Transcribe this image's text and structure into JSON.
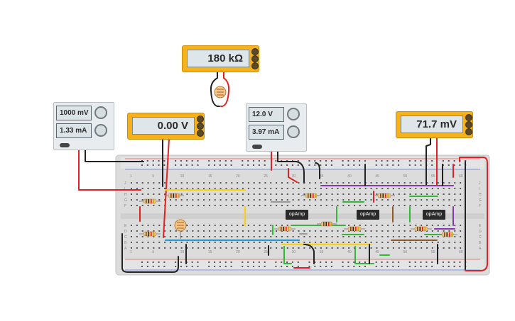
{
  "multimeters": [
    {
      "id": "ohmmeter",
      "reading": "180 kΩ"
    },
    {
      "id": "voltmeter-left",
      "reading": "0.00 V"
    },
    {
      "id": "voltmeter-right",
      "reading": "71.7 mV"
    }
  ],
  "power_supplies": [
    {
      "id": "supply-left",
      "voltage": "1000 mV",
      "current": "1.33 mA"
    },
    {
      "id": "supply-center",
      "voltage": "12.0 V",
      "current": "3.97 mA"
    }
  ],
  "opamp_label": "opAmp",
  "opamps": [
    "opAmp",
    "opAmp",
    "opAmp"
  ],
  "breadboard": {
    "column_numbers": [
      "1",
      "5",
      "10",
      "15",
      "20",
      "25",
      "30",
      "35",
      "40",
      "45",
      "50",
      "55",
      "60"
    ],
    "row_letters_top": [
      "J",
      "I",
      "H",
      "G",
      "F"
    ],
    "row_letters_bottom": [
      "E",
      "D",
      "C",
      "B",
      "A"
    ]
  },
  "colors": {
    "meter_body": "#f5b21a",
    "breadboard": "#dcdcdc",
    "wire_red": "#e0231f",
    "wire_black": "#222222",
    "wire_yellow": "#f2d21b",
    "wire_blue": "#2a9bd8",
    "wire_green": "#35b53c",
    "wire_purple": "#8a35b5",
    "wire_brown": "#8a5a2b",
    "wire_gray": "#9a9a9a"
  }
}
